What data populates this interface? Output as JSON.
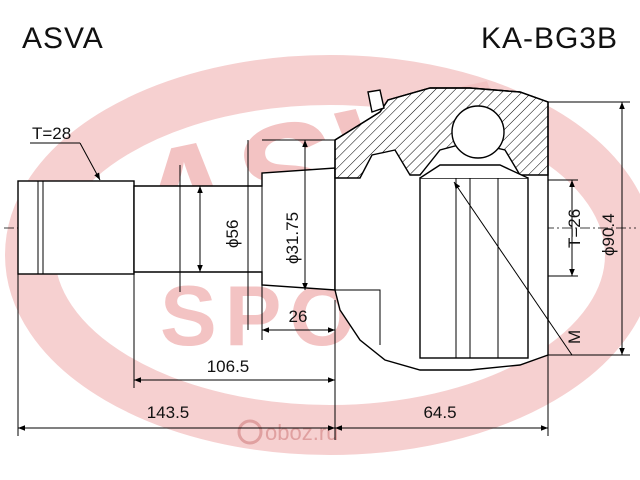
{
  "header": {
    "brand": "ASVA",
    "part_number": "KA-BG3B"
  },
  "dimensions": {
    "thread": "T=28",
    "shaft_diameter": "ϕ56",
    "seal_diameter": "ϕ31.75",
    "shoulder_length": "26",
    "spline_length": "106.5",
    "total_shaft_length": "143.5",
    "housing_length": "64.5",
    "inner_teeth": "T=26",
    "outer_diameter": "ϕ90.4",
    "sensor_marker": "M"
  },
  "watermark": {
    "logo_text": "ASVA SPORT",
    "site_text": "oboz.ru",
    "color": "#f3c3c3",
    "accent_color": "#e0a0a0"
  }
}
